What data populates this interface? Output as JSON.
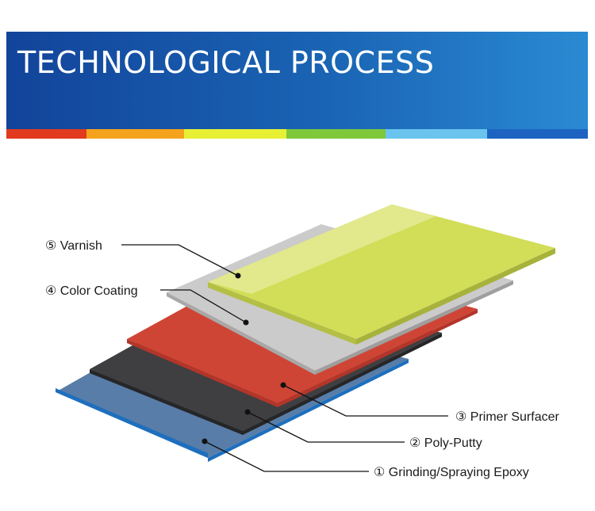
{
  "header": {
    "title": "TECHNOLOGICAL PROCESS",
    "stripe_colors": [
      "#e23a1e",
      "#f5a21c",
      "#e8f035",
      "#7ec83a",
      "#6ac4ee",
      "#1d64c2"
    ]
  },
  "layers": [
    {
      "id": "varnish",
      "label": "⑤ Varnish",
      "color": "#d2dd58"
    },
    {
      "id": "color-coating",
      "label": "④ Color Coating",
      "color": "#c9c9c9"
    },
    {
      "id": "primer-surfacer",
      "label": "③ Primer Surfacer",
      "color": "#cf4535"
    },
    {
      "id": "poly-putty",
      "label": "② Poly-Putty",
      "color": "#3f3f41"
    },
    {
      "id": "epoxy",
      "label": "① Grinding/Spraying Epoxy",
      "color": "#587da8"
    }
  ]
}
